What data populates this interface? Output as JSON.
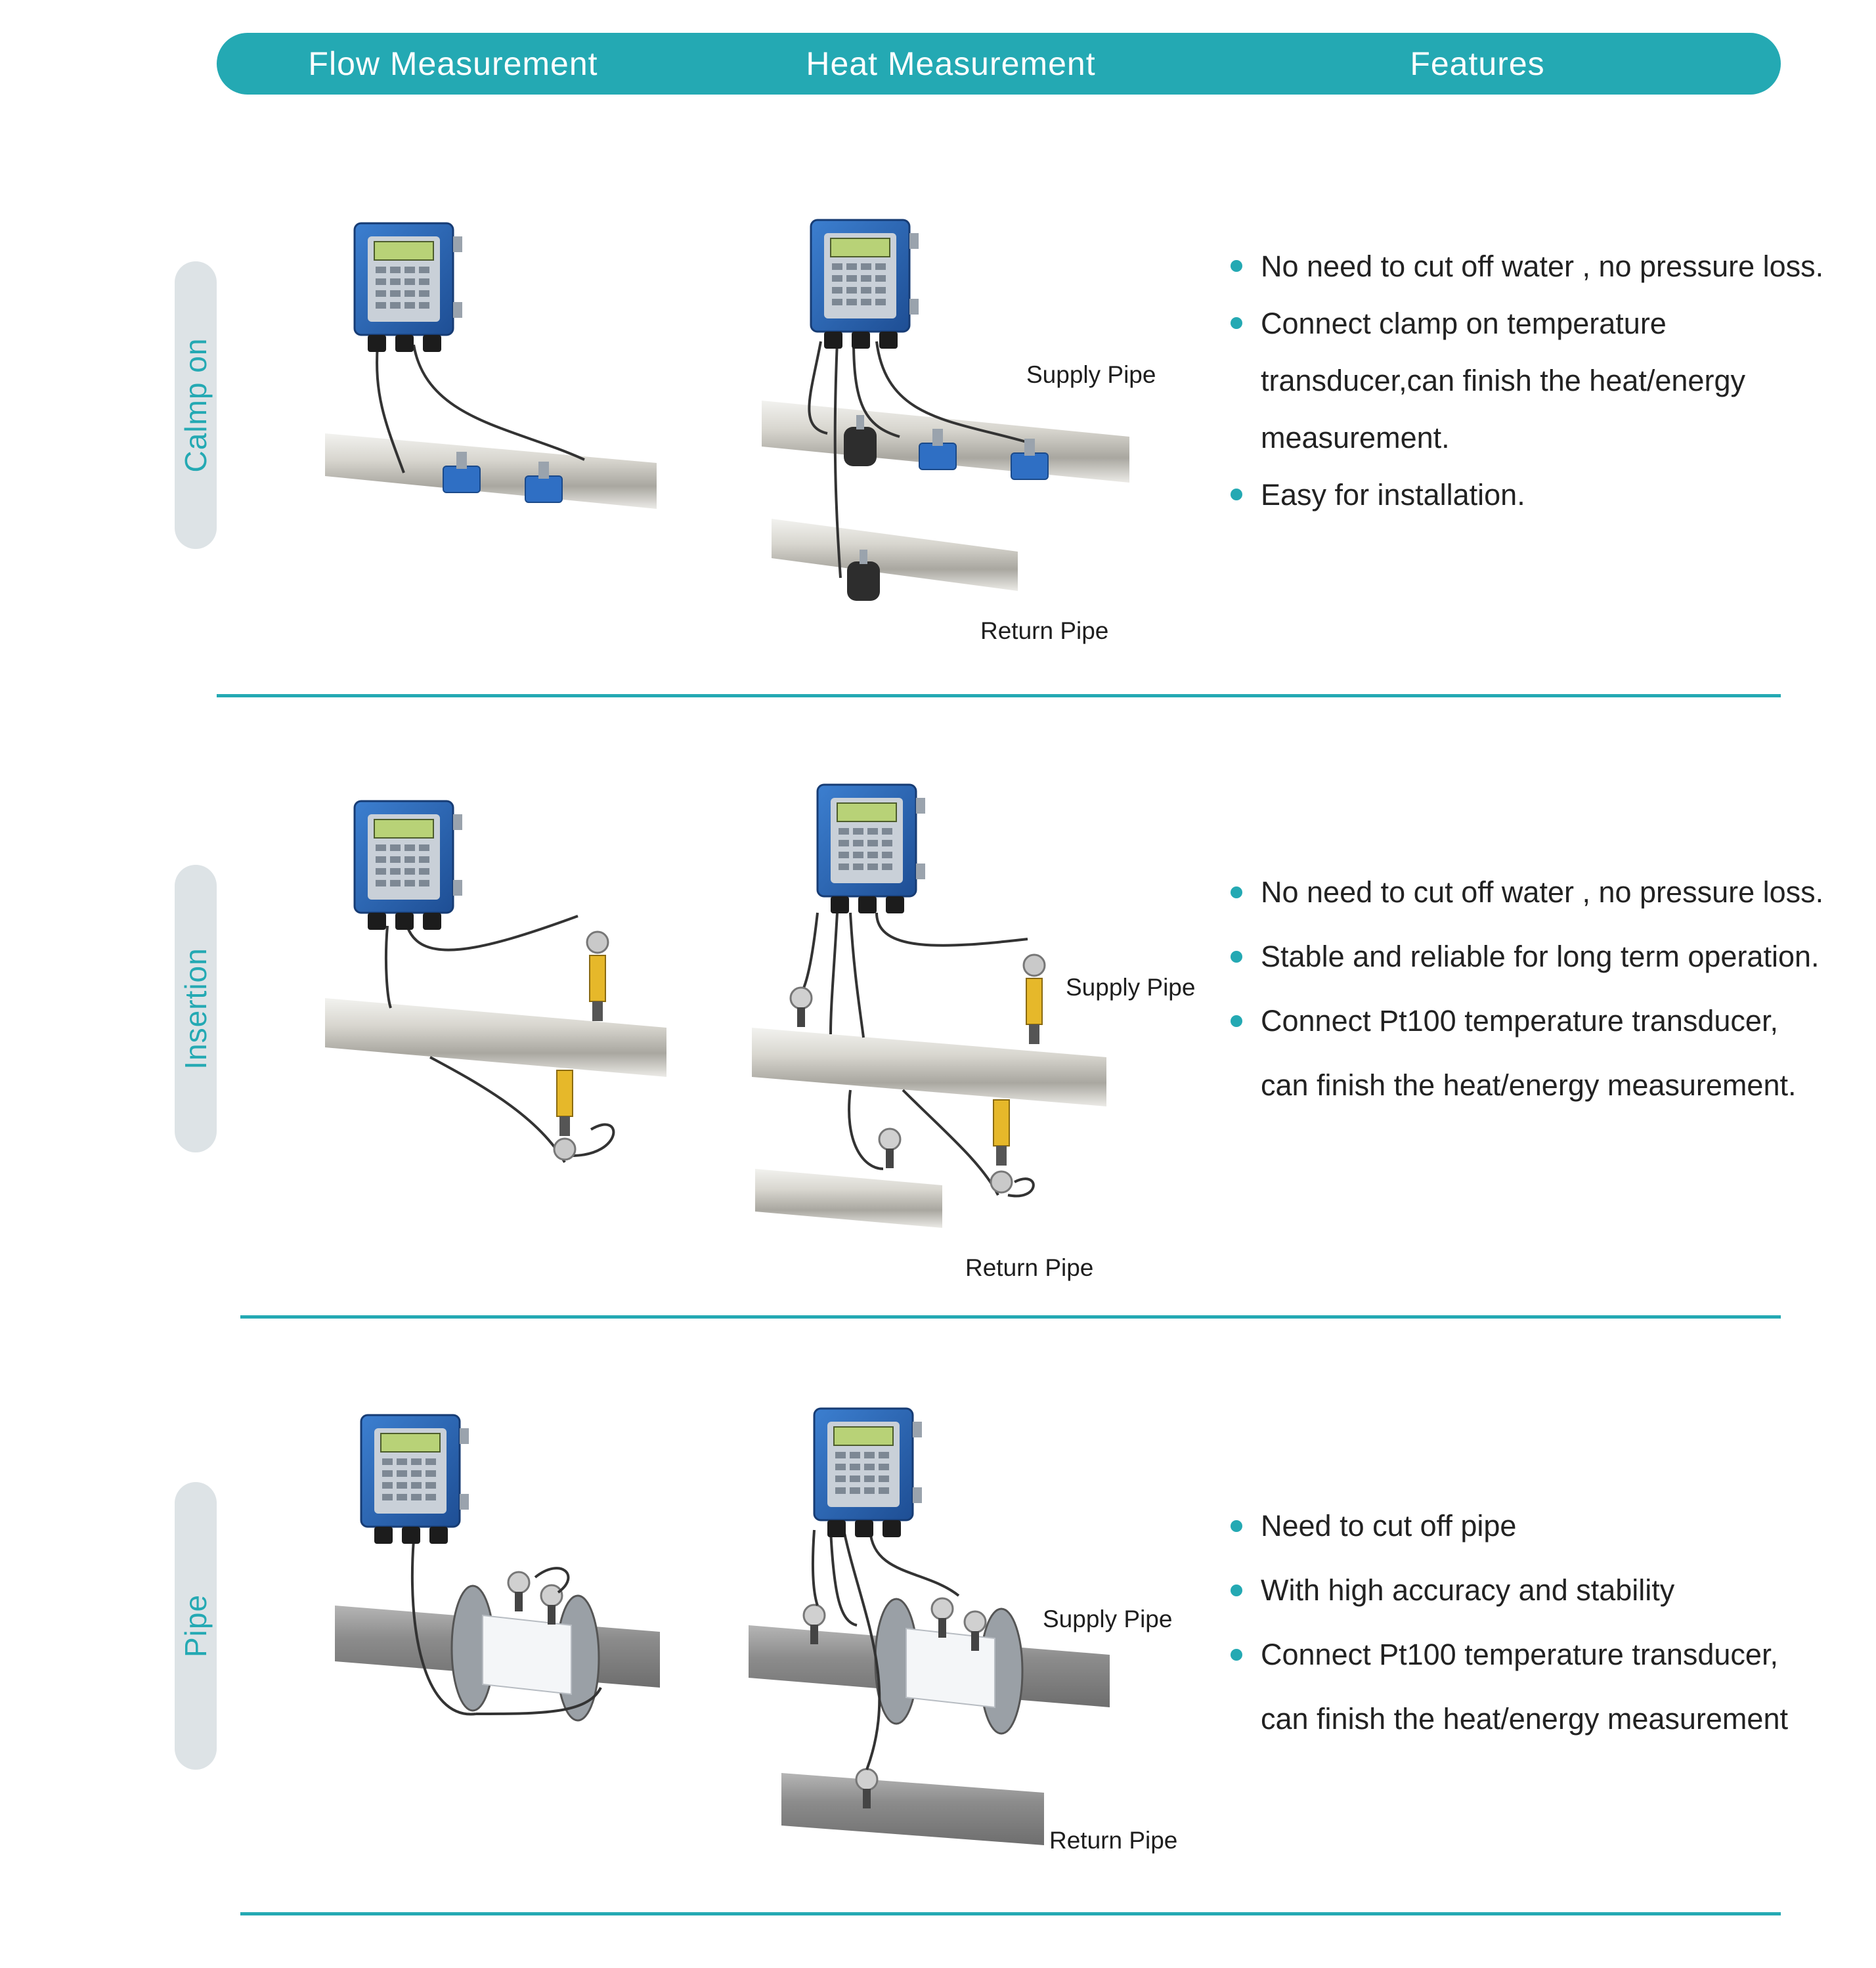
{
  "header": {
    "columns": [
      "Flow Measurement",
      "Heat  Measurement",
      "Features"
    ]
  },
  "rows": [
    {
      "tab": "Calmp on",
      "supply_label": "Supply Pipe",
      "return_label": "Return Pipe",
      "features": [
        {
          "text": "No need to cut off  water , no pressure loss.",
          "continuation": []
        },
        {
          "text": "Connect  clamp  on  temperature",
          "continuation": [
            "transducer,can finish the heat/energy",
            "measurement."
          ]
        },
        {
          "text": "Easy for installation.",
          "continuation": []
        }
      ]
    },
    {
      "tab": "Insertion",
      "supply_label": "Supply Pipe",
      "return_label": "Return Pipe",
      "features": [
        {
          "text": "No need to cut off  water , no pressure loss.",
          "continuation": []
        },
        {
          "text": "Stable and reliable for long term operation.",
          "continuation": []
        },
        {
          "text": "Connect  Pt100  temperature transducer,",
          "continuation": [
            "can finish the heat/energy measurement."
          ]
        }
      ]
    },
    {
      "tab": "Pipe",
      "supply_label": "Supply Pipe",
      "return_label": "Return Pipe",
      "features": [
        {
          "text": "Need to cut off pipe",
          "continuation": []
        },
        {
          "text": "With high accuracy and stability",
          "continuation": []
        },
        {
          "text": "Connect Pt100 temperature transducer,",
          "continuation": [
            "can finish the heat/energy measurement"
          ]
        }
      ]
    }
  ],
  "colors": {
    "accent": "#24a9b3",
    "tab_bg": "#dde3e6",
    "device_blue": "#2d64b0"
  }
}
